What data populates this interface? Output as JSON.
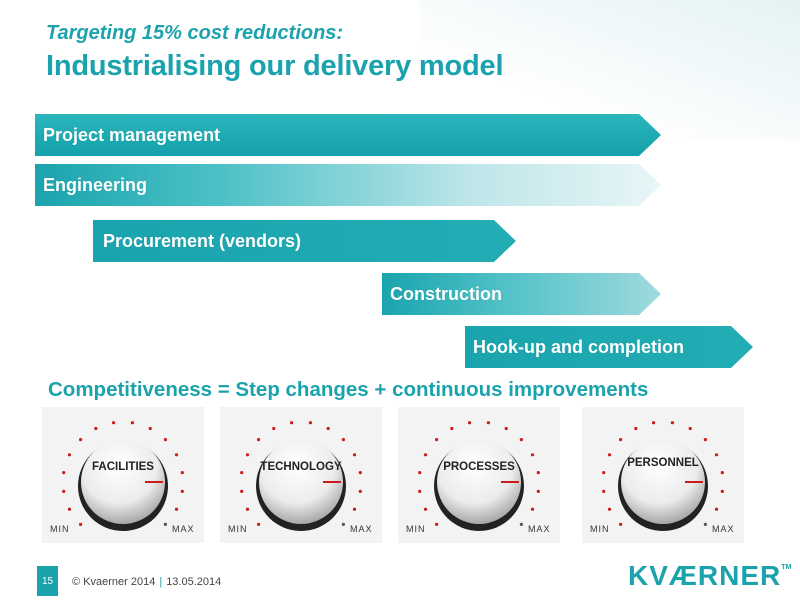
{
  "header": {
    "subtitle": "Targeting 15% cost reductions:",
    "title": "Industrialising our delivery model"
  },
  "phases": [
    {
      "label": "Project management"
    },
    {
      "label": "Engineering"
    },
    {
      "label": "Procurement (vendors)"
    },
    {
      "label": "Construction"
    },
    {
      "label": "Hook-up and completion"
    }
  ],
  "headline": "Competitiveness = Step changes + continuous improvements",
  "dials": [
    {
      "label": "FACILITIES",
      "min": "MIN",
      "max": "MAX"
    },
    {
      "label": "TECHNOLOGY",
      "min": "MIN",
      "max": "MAX"
    },
    {
      "label": "PROCESSES",
      "min": "MIN",
      "max": "MAX"
    },
    {
      "label": "PERSONNEL",
      "min": "MIN",
      "max": "MAX"
    }
  ],
  "colors": {
    "accent": "#1aa3ad",
    "tick_red": "#cc1b1b",
    "tick_grey": "#555555"
  },
  "footer": {
    "page": "15",
    "copyright": "© Kvaerner 2014",
    "date": "13.05.2014",
    "logo": "KVÆRNER",
    "logo_tm": "TM"
  }
}
